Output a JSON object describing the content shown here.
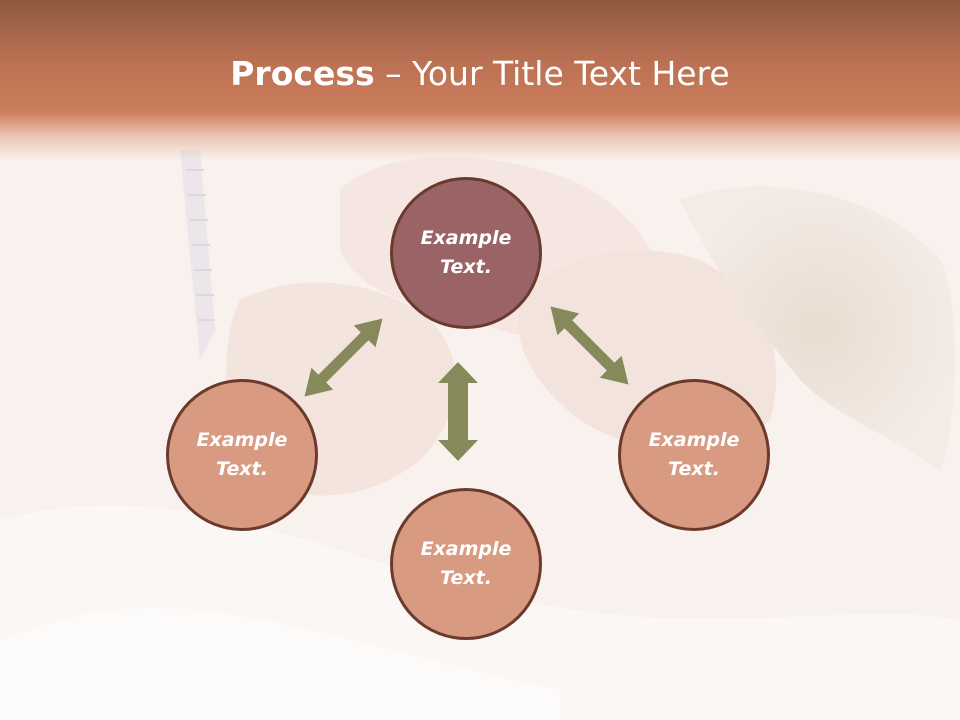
{
  "title": {
    "bold": "Process",
    "rest": " – Your Title Text Here"
  },
  "nodes": {
    "top": "Example\nText.",
    "left": "Example\nText.",
    "right": "Example\nText.",
    "bottom": "Example\nText."
  },
  "colors": {
    "header": "#c47a5a",
    "center_node": "#9a6466",
    "outer_node": "#d89a80",
    "node_border": "#6b3a2c",
    "arrow": "#86895a"
  }
}
